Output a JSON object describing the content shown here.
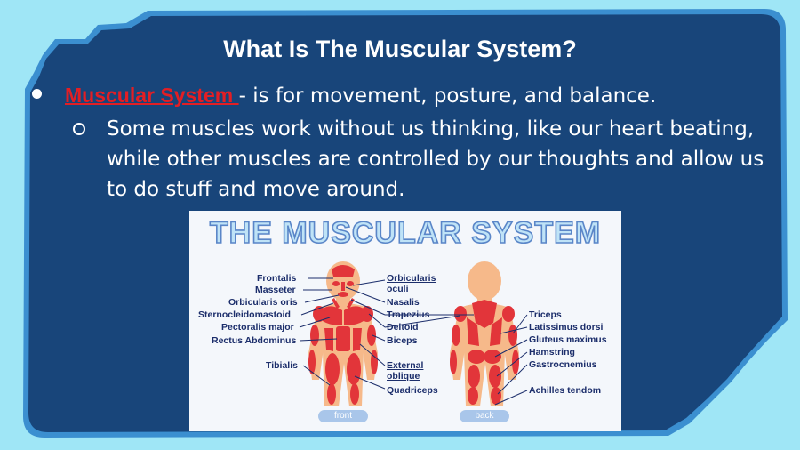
{
  "slide": {
    "title": "What Is The Muscular System?",
    "bullet_term": "Muscular System ",
    "bullet_rest": " - is for movement, posture, and balance.",
    "sub_bullet": "Some muscles work without us thinking, like our heart beating, while other muscles are controlled by our thoughts and allow us to do stuff and move around."
  },
  "infographic": {
    "title": "THE MUSCULAR SYSTEM",
    "front_left_labels": [
      "Frontalis",
      "Masseter",
      "Orbicularis oris",
      "Sternocleidomastoid",
      "Pectoralis major",
      "Rectus Abdominus",
      "Tibialis"
    ],
    "front_right_labels": [
      "Orbicularis oculi",
      "Nasalis",
      "Trapezius",
      "Deltoid",
      "Biceps",
      "External oblique",
      "Quadriceps"
    ],
    "back_labels": [
      "Triceps",
      "Latissimus dorsi",
      "Gluteus maximus",
      "Hamstring",
      "Gastrocnemius",
      "Achilles tendom"
    ],
    "front_button": "front",
    "back_button": "back"
  },
  "colors": {
    "background": "#9fe6f6",
    "panel": "#18457a",
    "panel_edge": "#3b8fd0",
    "term": "#e31e24",
    "muscle": "#e2353a",
    "skin": "#f6b98a",
    "label": "#1c2e6b"
  }
}
